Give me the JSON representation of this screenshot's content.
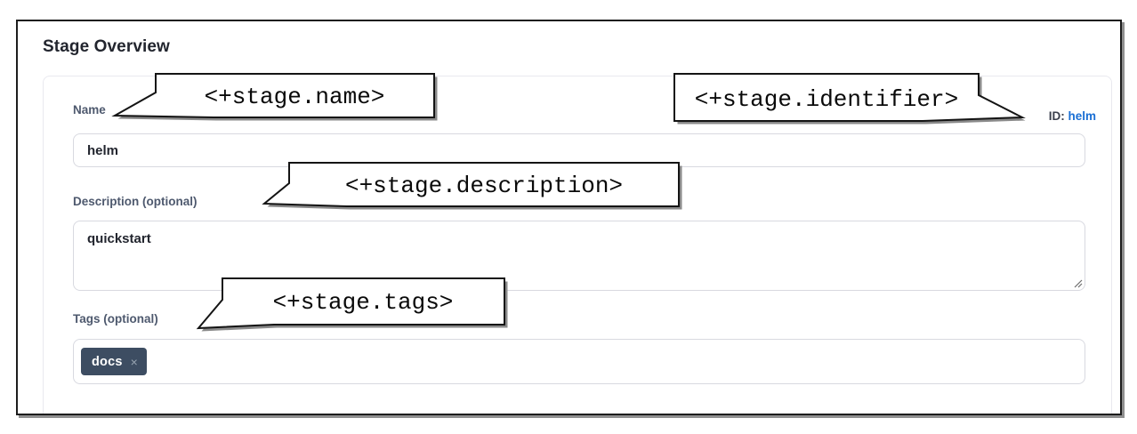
{
  "title": "Stage Overview",
  "fields": {
    "name": {
      "label": "Name",
      "value": "helm"
    },
    "id": {
      "label": "ID:",
      "value": "helm"
    },
    "description": {
      "label": "Description (optional)",
      "value": "quickstart"
    },
    "tags": {
      "label": "Tags (optional)",
      "tag": "docs",
      "remove_symbol": "×"
    }
  },
  "callouts": {
    "name": "<+stage.name>",
    "identifier": "<+stage.identifier>",
    "description": "<+stage.description>",
    "tags": "<+stage.tags>"
  },
  "icons": {
    "tag_remove": "close-icon",
    "textarea_corner": "resize-handle-icon"
  },
  "colors": {
    "title_text": "#22252e",
    "label_text": "#4e596e",
    "id_link_blue": "#1a6fd4",
    "input_border": "#d8d9e0",
    "tag_chip_bg": "#3d4d62",
    "tag_remove_gray": "#97a4b1",
    "frame_border": "#1d1d1d",
    "frame_shadow": "#8f8f8f",
    "callout_border": "#141414",
    "callout_shadow": "#8a8a8a"
  }
}
